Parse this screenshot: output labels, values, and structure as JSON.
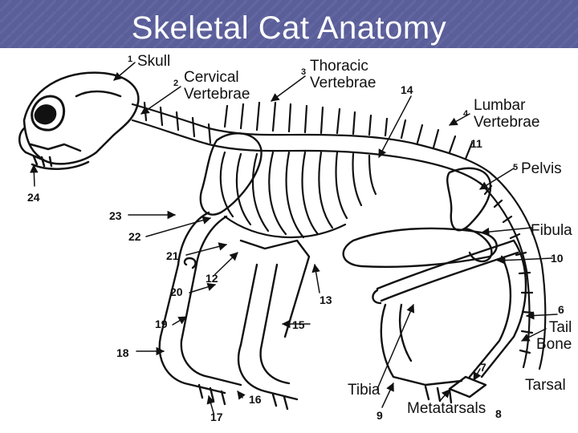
{
  "title": "Skeletal Cat Anatomy",
  "colors": {
    "header": "#5a5e99",
    "ink": "#111111",
    "background": "#ffffff"
  },
  "labels": {
    "skull": "Skull",
    "cervical": "Cervical\nVertebrae",
    "thoracic": "Thoracic\nVertebrae",
    "lumbar": "Lumbar\nVertebrae",
    "pelvis": "Pelvis",
    "fibula": "Fibula",
    "tail": "Tail\nBone",
    "tarsal": "Tarsal",
    "tibia": "Tibia",
    "metatarsals": "Metatarsals"
  },
  "numbers": {
    "n1": "1",
    "n2": "2",
    "n3": "3",
    "n4": "4",
    "n5": "5",
    "n6": "6",
    "n7": "7",
    "n8": "8",
    "n9": "9",
    "n10": "10",
    "n11": "11",
    "n12": "12",
    "n13": "13",
    "n14": "14",
    "n15": "15",
    "n16": "16",
    "n17": "17",
    "n18": "18",
    "n19": "19",
    "n20": "20",
    "n21": "21",
    "n22": "22",
    "n23": "23",
    "n24": "24"
  }
}
